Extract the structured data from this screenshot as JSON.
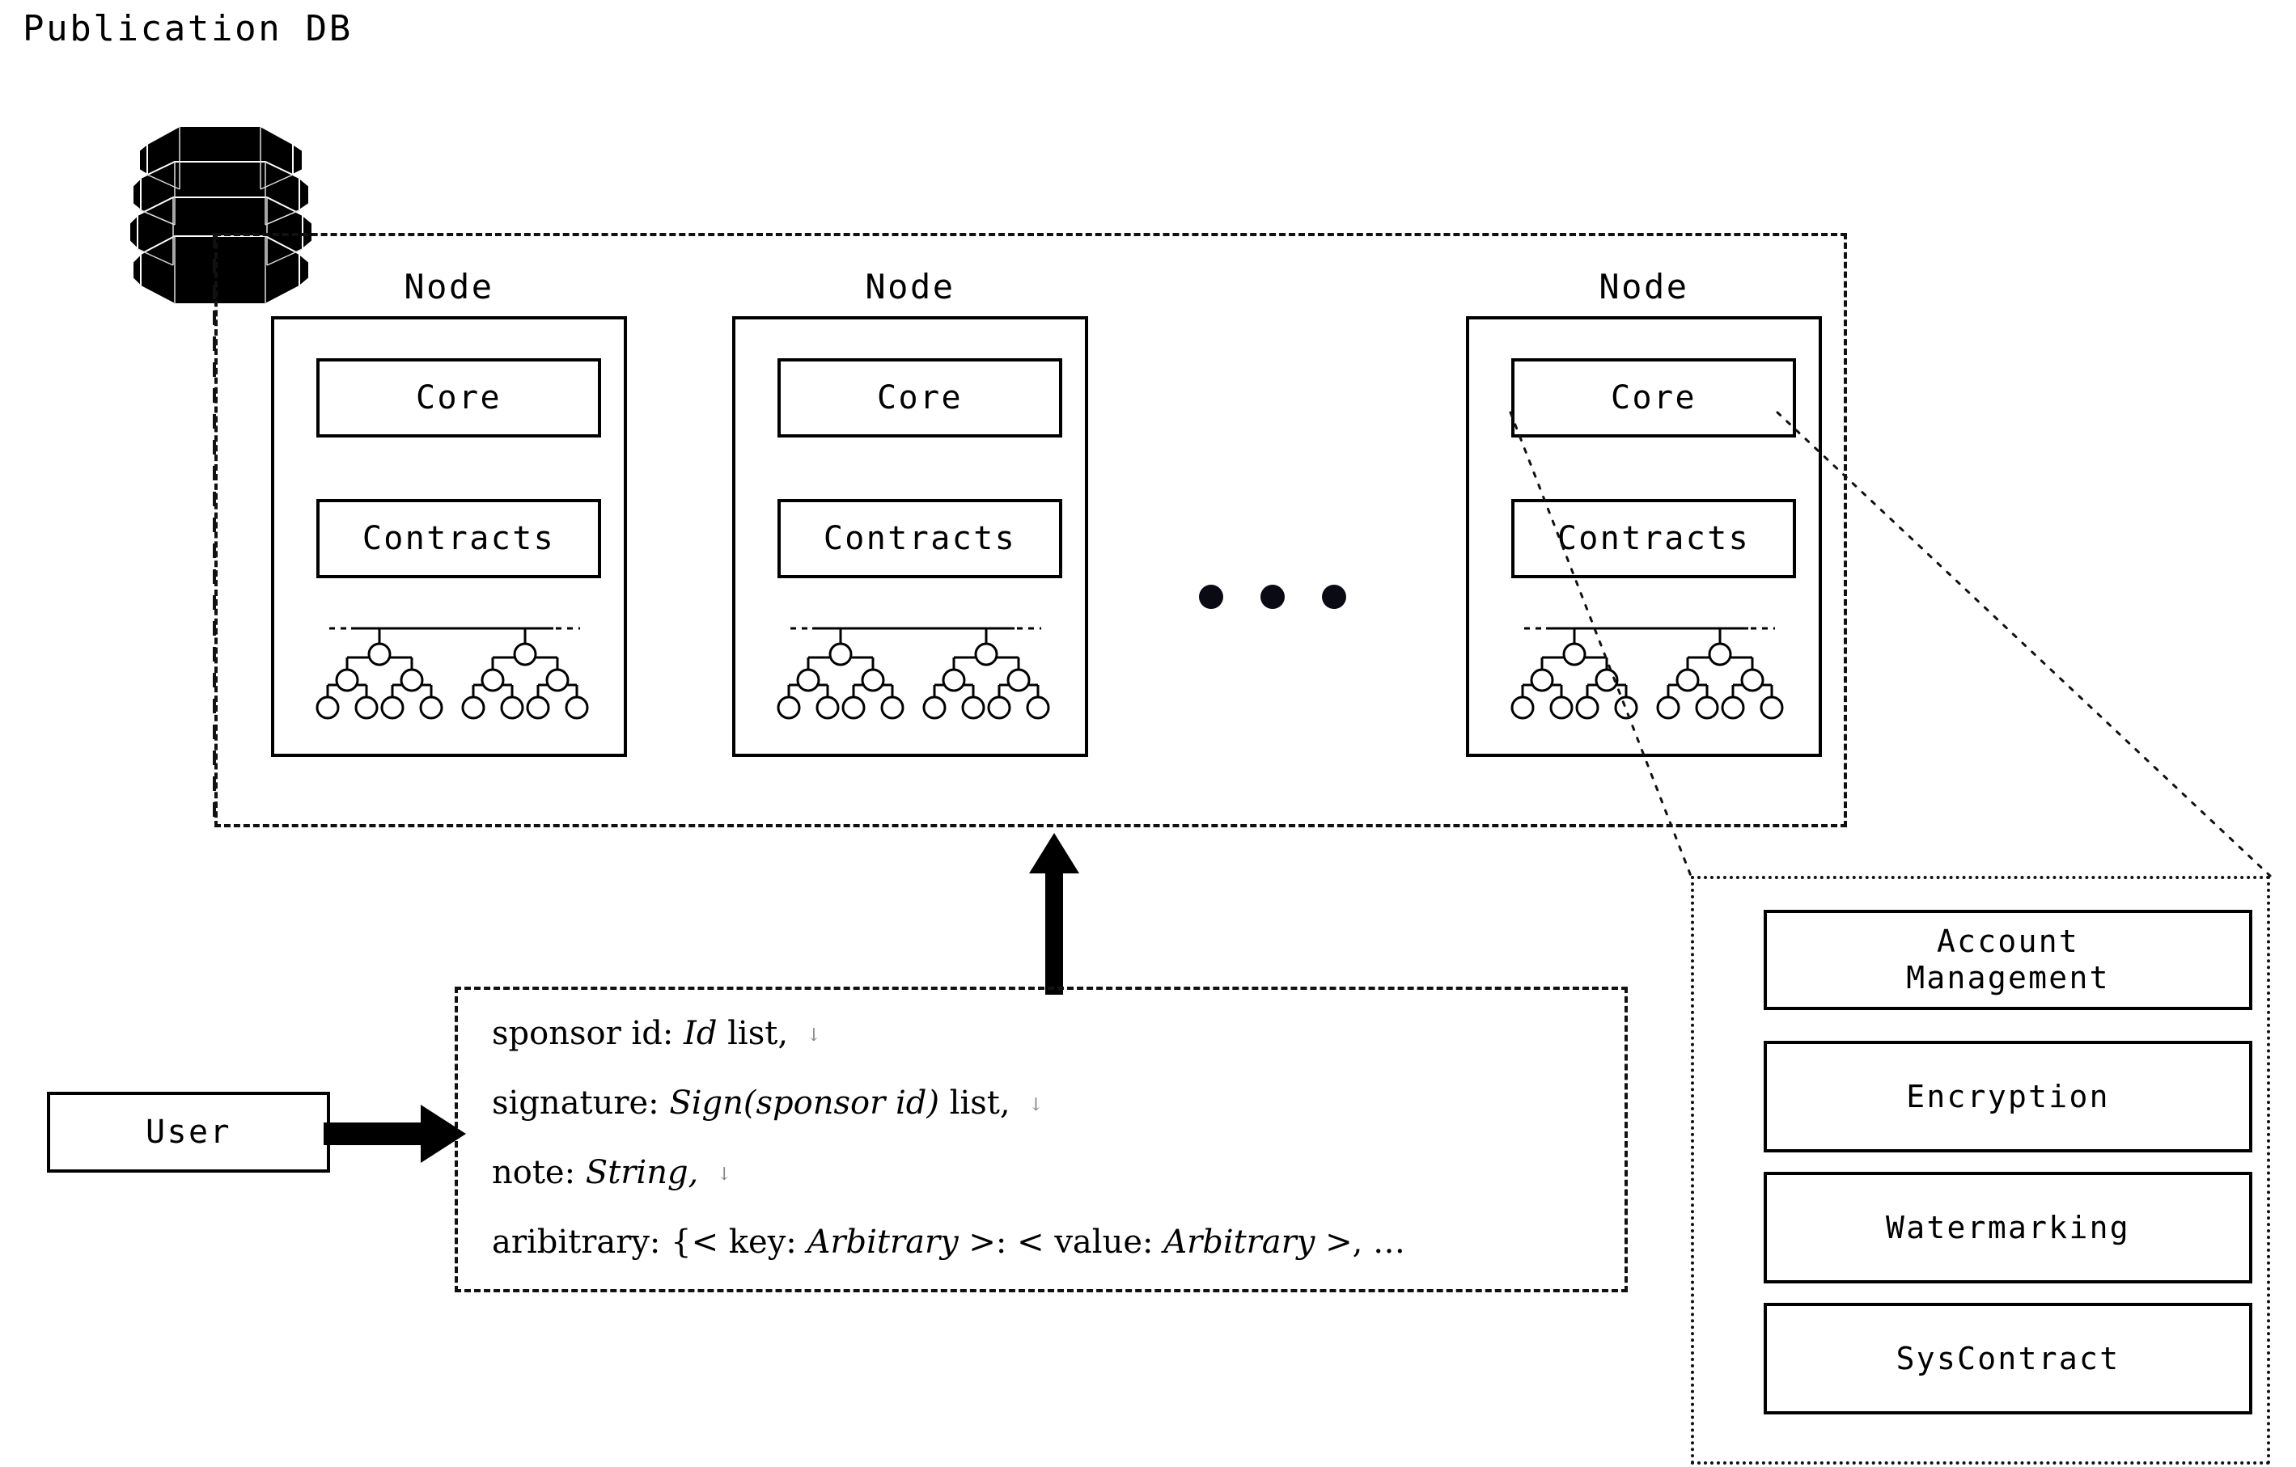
{
  "diagram": {
    "title": "Publication DB",
    "db_icon_name": "database-cylinder-icon"
  },
  "network": {
    "boundary_style": "dashed",
    "node_label": "Node",
    "ellipsis_dots": 3,
    "nodes": [
      {
        "label": "Node",
        "core_label": "Core",
        "contracts_label": "Contracts",
        "merkle_trees": 2,
        "merkle_leaves_per_tree": 4
      },
      {
        "label": "Node",
        "core_label": "Core",
        "contracts_label": "Contracts",
        "merkle_trees": 2,
        "merkle_leaves_per_tree": 4
      },
      {
        "label": "Node",
        "core_label": "Core",
        "contracts_label": "Contracts",
        "merkle_trees": 2,
        "merkle_leaves_per_tree": 4
      }
    ]
  },
  "record": {
    "border_style": "dashed",
    "lines": [
      {
        "key": "sponsor id:",
        "type": "Id",
        "tail": "list,",
        "newline_mark": "↓"
      },
      {
        "key": "signature:",
        "type": "Sign(sponsor id)",
        "tail": "list,",
        "newline_mark": "↓"
      },
      {
        "key": "note:",
        "type": "String,",
        "tail": "",
        "newline_mark": "↓"
      },
      {
        "key": "aribitrary:",
        "type": "",
        "tail": "",
        "newline_mark": ""
      }
    ],
    "arbitrary_full": "aribitrary: {< key: Arbitrary >: < value: Arbitrary >, …",
    "arbitrary_prefix": "aribitrary: {< key:",
    "arbitrary_mid1": "Arbitrary",
    "arbitrary_mid2": ">: < value:",
    "arbitrary_mid3": "Arbitrary",
    "arbitrary_suffix": ">, …"
  },
  "user": {
    "label": "User",
    "arrow_direction": "right"
  },
  "submit_arrow": {
    "direction": "up"
  },
  "system_contracts": {
    "border_style": "dotted",
    "boxes": [
      {
        "label": "Account\nManagement",
        "line1": "Account",
        "line2": "Management"
      },
      {
        "label": "Encryption",
        "line1": "Encryption",
        "line2": ""
      },
      {
        "label": "Watermarking",
        "line1": "Watermarking",
        "line2": ""
      },
      {
        "label": "SysContract",
        "line1": "SysContract",
        "line2": ""
      }
    ]
  },
  "colors": {
    "stroke": "#000000",
    "dashed_stroke": "#111111",
    "dot": "#0a0a14",
    "background": "#ffffff",
    "newline_mark": "#888888"
  }
}
